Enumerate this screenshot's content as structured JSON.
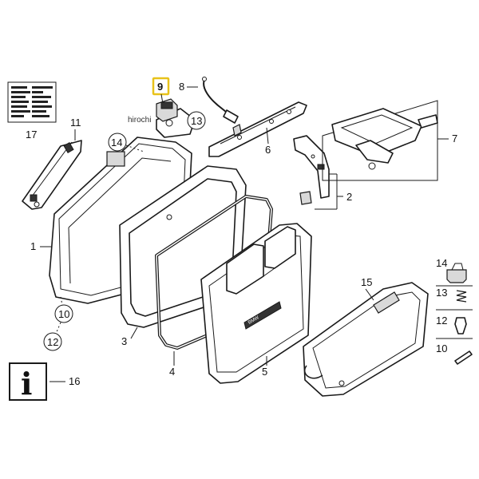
{
  "callouts": {
    "p1": "1",
    "p2": "2",
    "p3": "3",
    "p4": "4",
    "p5": "5",
    "p6": "6",
    "p7": "7",
    "p8": "8",
    "p9": "9",
    "p10": "10",
    "p11": "11",
    "p12": "12",
    "p13": "13",
    "p14": "14",
    "p15": "15",
    "p16": "16",
    "p17": "17"
  },
  "side_list": {
    "item14": "14",
    "item13": "13",
    "item12": "12",
    "item10": "10"
  },
  "circled": {
    "c14": "14",
    "c13": "13",
    "c10": "10",
    "c12": "12"
  },
  "watermark": "hirochi",
  "colors": {
    "highlight": "#e8c21a",
    "line": "#1a1a1a"
  },
  "icons": {
    "info": "info-icon"
  },
  "info_glyph": "i"
}
